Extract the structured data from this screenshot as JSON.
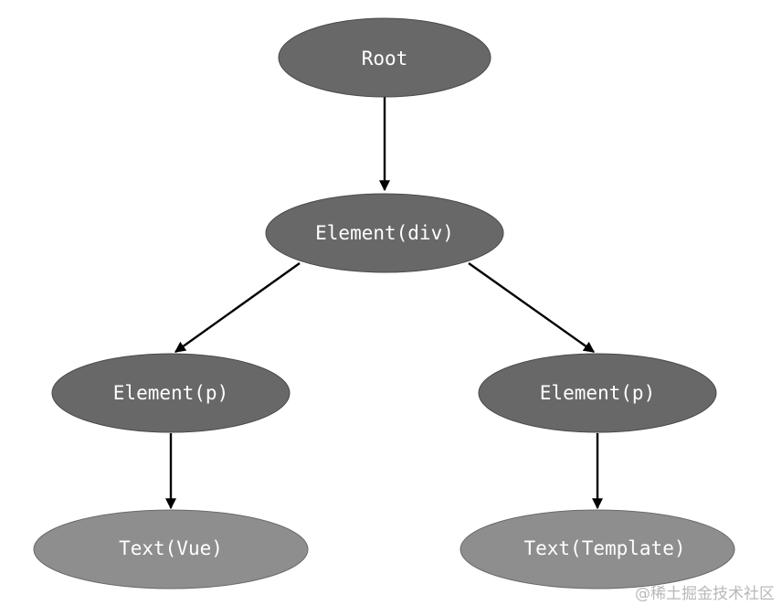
{
  "diagram": {
    "nodes": {
      "root": {
        "label": "Root",
        "color": "#686868"
      },
      "element_div": {
        "label": "Element(div)",
        "color": "#686868"
      },
      "element_p_left": {
        "label": "Element(p)",
        "color": "#686868"
      },
      "element_p_right": {
        "label": "Element(p)",
        "color": "#686868"
      },
      "text_vue": {
        "label": "Text(Vue)",
        "color": "#8e8e8e"
      },
      "text_template": {
        "label": "Text(Template)",
        "color": "#8e8e8e"
      }
    },
    "edges": [
      {
        "from": "Root",
        "to": "Element(div)"
      },
      {
        "from": "Element(div)",
        "to": "Element(p)"
      },
      {
        "from": "Element(div)",
        "to": "Element(p)"
      },
      {
        "from": "Element(p)",
        "to": "Text(Vue)"
      },
      {
        "from": "Element(p)",
        "to": "Text(Template)"
      }
    ],
    "edge_color": "#000000"
  },
  "watermark": "@稀土掘金技术社区"
}
